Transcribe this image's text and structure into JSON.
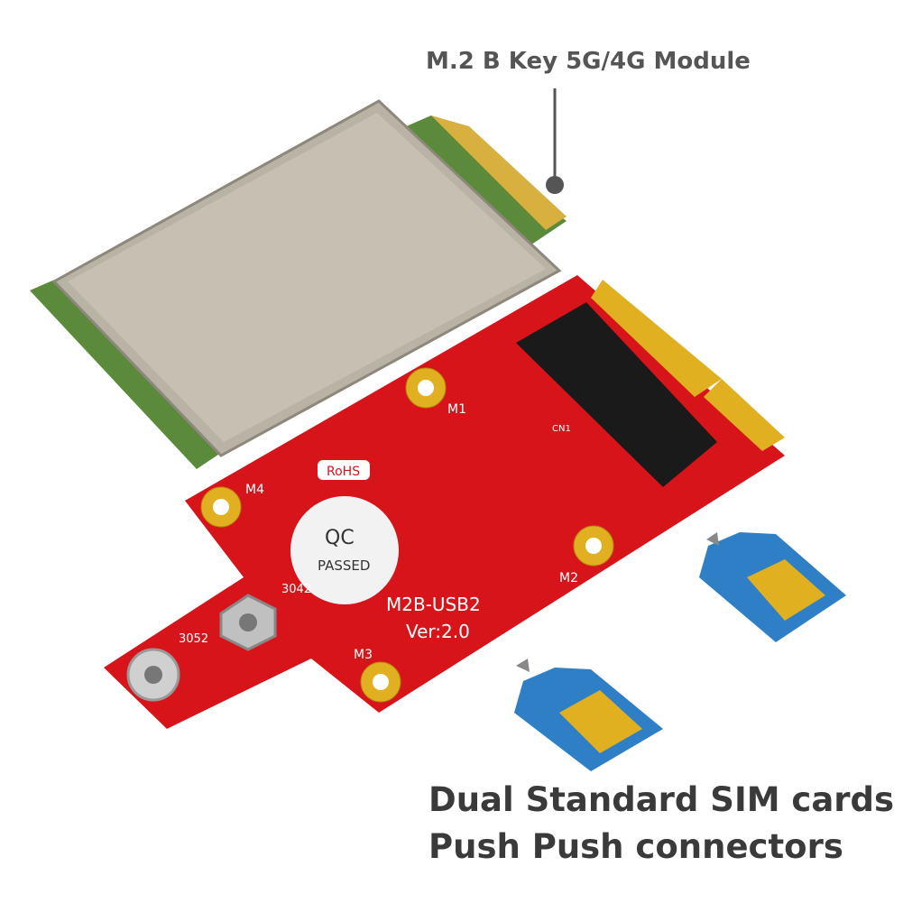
{
  "captions": {
    "module": "M.2 B Key 5G/4G Module",
    "sim_line1": "Dual Standard SIM cards",
    "sim_line2": "Push Push connectors"
  },
  "board_silkscreen": {
    "rohs": "RoHS",
    "qc": "QC",
    "passed": "PASSED",
    "model": "M2B-USB2",
    "version": "Ver:2.0",
    "m1": "M1",
    "m2": "M2",
    "m3": "M3",
    "m4": "M4",
    "size_3042": "3042",
    "size_3052": "3052",
    "connector": "CN1"
  },
  "colors": {
    "board_red": "#d8141b",
    "module_silver": "#b9b3a6",
    "pcb_green": "#5a8a3a",
    "gold": "#e0b020",
    "sim_blue": "#2f7fc6",
    "text": "#3a3a3a"
  }
}
